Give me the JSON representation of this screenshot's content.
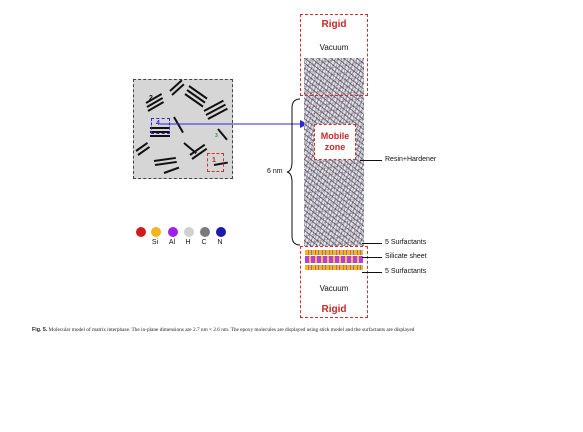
{
  "figure": {
    "composite": {
      "labels": [
        "2",
        "3",
        "4",
        "1"
      ]
    },
    "legend": [
      {
        "symbol": "Si",
        "color": "#d01c1c"
      },
      {
        "symbol": "Al",
        "color": "#f2b51d"
      },
      {
        "symbol": "H",
        "color": "#a020f0"
      },
      {
        "symbol": "C",
        "color": "#d0d0d0"
      },
      {
        "symbol": "N",
        "color": "#7a7a7a"
      },
      {
        "symbol": "",
        "color": "#1a1ab0"
      }
    ],
    "legend_note": "The original shows six colored atom dots but only five element labels.",
    "model": {
      "rigid_top": "Rigid",
      "vacuum_top": "Vacuum",
      "mobile_zone_line1": "Mobile",
      "mobile_zone_line2": "zone",
      "thickness": "6 nm",
      "resin": "Resin+Hardener",
      "surfactants_upper": "5 Surfactants",
      "silicate": "Silicate sheet",
      "surfactants_lower": "5 Surfactants",
      "vacuum_bottom": "Vacuum",
      "rigid_bottom": "Rigid"
    },
    "caption": {
      "label": "Fig. 5.",
      "text": " Molecular model of matrix interphase. The in-plane dimensions are 2.7 nm × 2.6 nm. The epoxy molecules are displayed using stick model and the surfactants are displayed"
    },
    "colors": {
      "accent_red": "#d32f2f",
      "arrow_blue": "#2a2ad6",
      "composite_gray": "#d6d6d6"
    }
  }
}
